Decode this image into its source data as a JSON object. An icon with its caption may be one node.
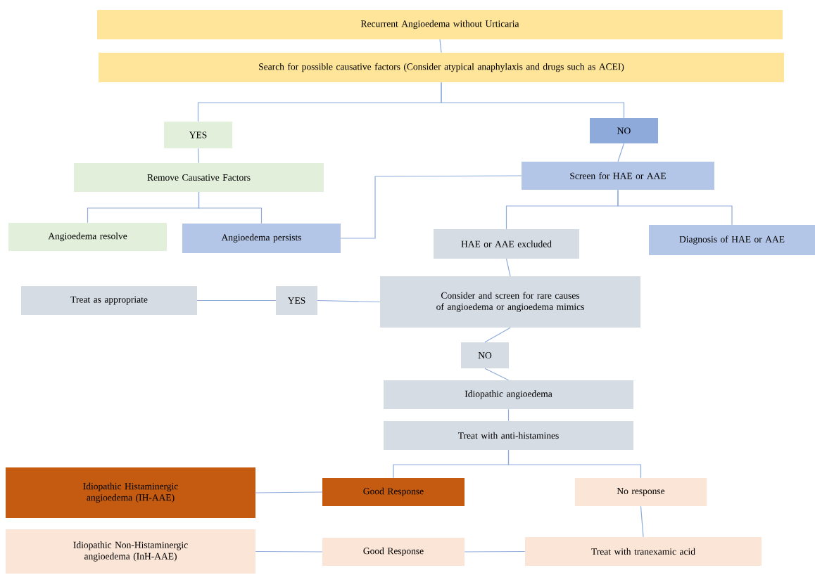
{
  "diagram": {
    "nodes": [
      {
        "text": [
          "Recurrent Angioedema without Urticaria"
        ]
      },
      {
        "text": [
          "Search for possible causative factors (Consider atypical anaphylaxis and drugs such as ACEI)"
        ]
      },
      {
        "text": [
          "YES"
        ]
      },
      {
        "text": [
          "NO"
        ]
      },
      {
        "text": [
          "Remove Causative Factors"
        ]
      },
      {
        "text": [
          "Screen for HAE or AAE"
        ]
      },
      {
        "text": [
          "Angioedema resolve"
        ]
      },
      {
        "text": [
          "Angioedema persists"
        ]
      },
      {
        "text": [
          "HAE or AAE excluded"
        ]
      },
      {
        "text": [
          "Diagnosis of HAE or AAE"
        ]
      },
      {
        "text": [
          "Treat as appropriate"
        ]
      },
      {
        "text": [
          "YES"
        ]
      },
      {
        "text": [
          "Consider and screen for rare causes of angioedema or angioedema mimics"
        ]
      },
      {
        "text": [
          "NO"
        ]
      },
      {
        "text": [
          "Idiopathic angioedema"
        ]
      },
      {
        "text": [
          "Treat with anti-histamines"
        ]
      },
      {
        "text": [
          "Idiopathic Histaminergic angioedema (IH-AAE)"
        ]
      },
      {
        "text": [
          "Good Response"
        ]
      },
      {
        "text": [
          "No response"
        ]
      },
      {
        "text": [
          "Idiopathic Non-Histaminergic angioedema (InH-AAE)"
        ]
      },
      {
        "text": [
          "Good Response"
        ]
      },
      {
        "text": [
          "Treat with tranexamic acid"
        ]
      }
    ],
    "edges": [
      {
        "from": 0,
        "to": 1,
        "arrow": "none"
      },
      {
        "from": 1,
        "to": 2,
        "arrow": "none"
      },
      {
        "from": 1,
        "to": 3,
        "arrow": "none"
      },
      {
        "from": 2,
        "to": 4,
        "arrow": "none"
      },
      {
        "from": 3,
        "to": 5,
        "arrow": "none"
      },
      {
        "from": 4,
        "to": 6,
        "arrow": "none"
      },
      {
        "from": 4,
        "to": 7,
        "arrow": "none"
      },
      {
        "from": 7,
        "to": 5,
        "arrow": "none"
      },
      {
        "from": 5,
        "to": 8,
        "arrow": "none"
      },
      {
        "from": 5,
        "to": 9,
        "arrow": "none"
      },
      {
        "from": 8,
        "to": 12,
        "arrow": "none"
      },
      {
        "from": 12,
        "to": 11,
        "arrow": "none"
      },
      {
        "from": 11,
        "to": 10,
        "arrow": "none"
      },
      {
        "from": 12,
        "to": 13,
        "arrow": "none"
      },
      {
        "from": 13,
        "to": 14,
        "arrow": "none"
      },
      {
        "from": 14,
        "to": 15,
        "arrow": "none"
      },
      {
        "from": 15,
        "to": 17,
        "arrow": "none"
      },
      {
        "from": 15,
        "to": 18,
        "arrow": "none"
      },
      {
        "from": 17,
        "to": 16,
        "arrow": "none"
      },
      {
        "from": 18,
        "to": 21,
        "arrow": "none"
      },
      {
        "from": 21,
        "to": 20,
        "arrow": "none"
      },
      {
        "from": 20,
        "to": 19,
        "arrow": "none"
      }
    ]
  }
}
